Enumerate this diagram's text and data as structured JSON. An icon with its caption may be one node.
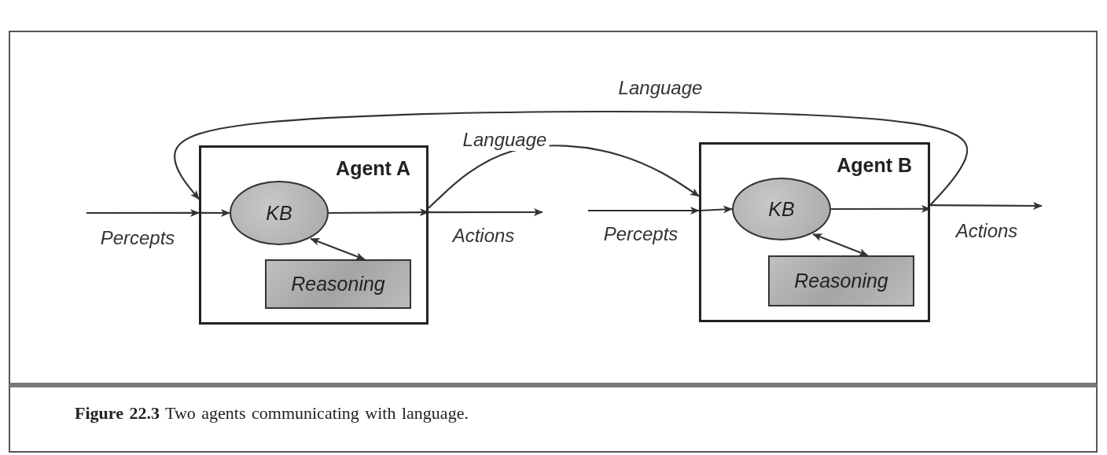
{
  "diagram": {
    "caption": "**Figure 22.3** Two agents communicating with language.",
    "nodes": [
      {
        "text": [
          "Agent A"
        ]
      },
      {
        "text": [
          "KB"
        ],
        "in": 0
      },
      {
        "text": [
          "Reasoning"
        ],
        "in": 0
      },
      {
        "text": [
          "Agent B"
        ]
      },
      {
        "text": [
          "KB"
        ],
        "in": 3
      },
      {
        "text": [
          "Reasoning"
        ],
        "in": 3
      }
    ],
    "edges": [
      {
        "from": null,
        "to": 0,
        "arrow": "to",
        "label": "Percepts"
      },
      {
        "from": 0,
        "to": 1,
        "arrow": "to"
      },
      {
        "from": 1,
        "to": 0,
        "arrow": "to"
      },
      {
        "from": 0,
        "to": null,
        "arrow": "to",
        "label": "Actions"
      },
      {
        "from": 1,
        "to": 2,
        "arrow": "both"
      },
      {
        "from": 0,
        "to": 3,
        "arrow": "to",
        "label": "Language"
      },
      {
        "from": null,
        "to": 3,
        "arrow": "to",
        "label": "Percepts"
      },
      {
        "from": 3,
        "to": 4,
        "arrow": "to"
      },
      {
        "from": 4,
        "to": 3,
        "arrow": "to"
      },
      {
        "from": 4,
        "to": 5,
        "arrow": "both"
      },
      {
        "from": 3,
        "to": null,
        "arrow": "to",
        "label": "Actions"
      },
      {
        "from": 3,
        "to": 0,
        "arrow": "to",
        "label": "Language"
      }
    ]
  }
}
